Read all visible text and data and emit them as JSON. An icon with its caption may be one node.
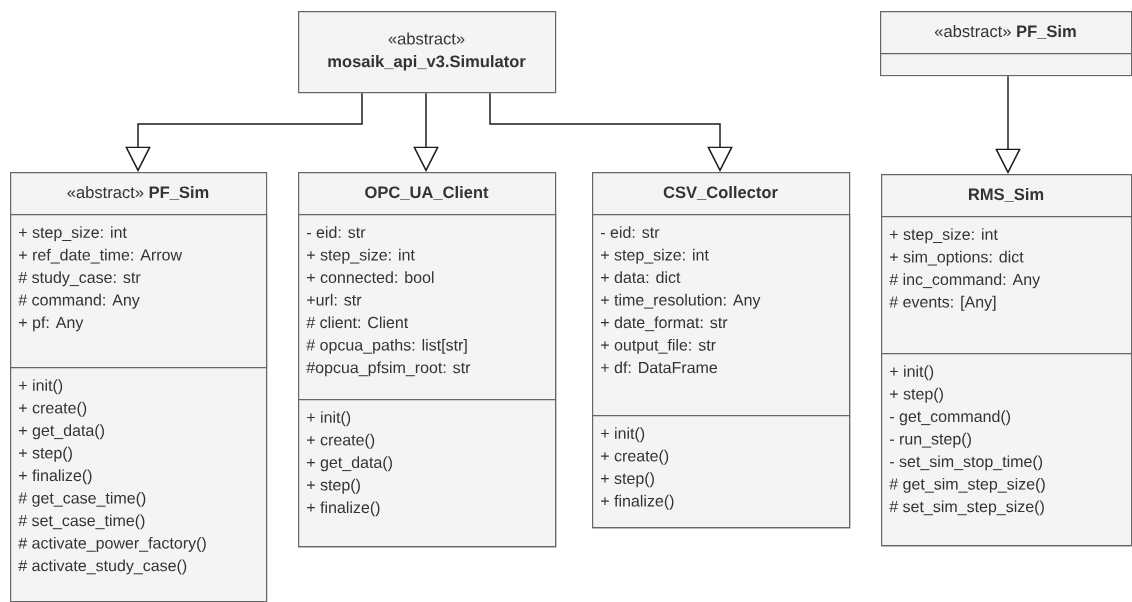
{
  "diagram": {
    "nodes": [
      {
        "text": [
          "«abstract»",
          "mosaik_api_v3.Simulator"
        ]
      },
      {
        "text": [
          "«abstract»",
          "PF_Sim"
        ]
      },
      {
        "text": [
          "+ step_size: int",
          "+ ref_date_time: Arrow",
          "# study_case: str",
          "# command: Any",
          "+ pf: Any"
        ],
        "in": 1
      },
      {
        "text": [
          "+ init()",
          "+ create()",
          "+ get_data()",
          "+ step()",
          "+ finalize()",
          "# get_case_time()",
          "# set_case_time()",
          "# activate_power_factory()",
          "# activate_study_case()"
        ],
        "in": 1
      },
      {
        "text": [
          "OPC_UA_Client"
        ]
      },
      {
        "text": [
          "- eid: str",
          "+ step_size: int",
          "+ connected: bool",
          "+url: str",
          "# client: Client",
          "# opcua_paths: list[str]",
          "#opcua_pfsim_root: str"
        ],
        "in": 4
      },
      {
        "text": [
          "+ init()",
          "+ create()",
          "+ get_data()",
          "+ step()",
          "+ finalize()"
        ],
        "in": 4
      },
      {
        "text": [
          "CSV_Collector"
        ]
      },
      {
        "text": [
          "- eid: str",
          "+ step_size: int",
          "+ data: dict",
          "+ time_resolution: Any",
          "+ date_format: str",
          "+ output_file: str",
          "+ df: DataFrame"
        ],
        "in": 7
      },
      {
        "text": [
          "+ init()",
          "+ create()",
          "+ step()",
          "+ finalize()"
        ],
        "in": 7
      },
      {
        "text": [
          "«abstract»",
          "PF_Sim"
        ]
      },
      {
        "text": [],
        "shape": "box",
        "in": 10
      },
      {
        "text": [
          "RMS_Sim"
        ]
      },
      {
        "text": [
          "+ step_size: int",
          "+ sim_options: dict",
          "# inc_command: Any",
          "# events: [Any]"
        ],
        "in": 12
      },
      {
        "text": [
          "+ init()",
          "+ step()",
          "- get_command()",
          "- run_step()",
          "- set_sim_stop_time()",
          "# get_sim_step_size()",
          "# set_sim_step_size()"
        ],
        "in": 12
      }
    ],
    "edges": [
      {
        "from": 0,
        "to": 1,
        "arrow": "to"
      },
      {
        "from": 0,
        "to": 4,
        "arrow": "to"
      },
      {
        "from": 0,
        "to": 7,
        "arrow": "to"
      },
      {
        "from": 10,
        "to": 12,
        "arrow": "to"
      }
    ]
  }
}
